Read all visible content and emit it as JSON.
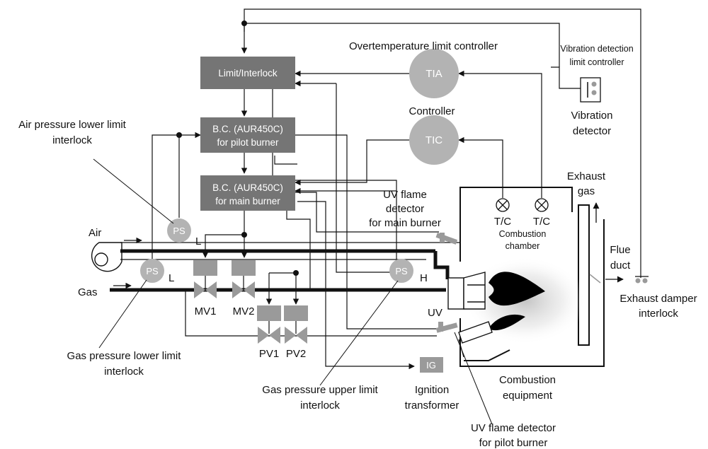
{
  "boxes": {
    "limit_interlock": "Limit/Interlock",
    "bc_pilot_line1": "B.C. (AUR450C)",
    "bc_pilot_line2": "for pilot burner",
    "bc_main_line1": "B.C. (AUR450C)",
    "bc_main_line2": "for main burner"
  },
  "instruments": {
    "tia": "TIA",
    "tic": "TIC",
    "ps": "PS",
    "ig": "IG",
    "tc": "T/C",
    "uv": "UV",
    "ps_air_level": "L",
    "ps_gas_low_level": "L",
    "ps_gas_high_level": "H"
  },
  "valves": {
    "mv1": "MV1",
    "mv2": "MV2",
    "pv1": "PV1",
    "pv2": "PV2"
  },
  "labels": {
    "overtemp_controller": "Overtemperature limit controller",
    "controller": "Controller",
    "vibration_limit_line1": "Vibration detection",
    "vibration_limit_line2": "limit controller",
    "vibration_detector_line1": "Vibration",
    "vibration_detector_line2": "detector",
    "air_pressure_line1": "Air pressure lower limit",
    "air_pressure_line2": "interlock",
    "uv_main_line1": "UV flame",
    "uv_main_line2": "detector",
    "uv_main_line3": "for main burner",
    "exhaust_gas_line1": "Exhaust",
    "exhaust_gas_line2": "gas",
    "combustion_chamber_line1": "Combustion",
    "combustion_chamber_line2": "chamber",
    "air": "Air",
    "gas": "Gas",
    "flue_duct_line1": "Flue",
    "flue_duct_line2": "duct",
    "exhaust_damper_line1": "Exhaust damper",
    "exhaust_damper_line2": "interlock",
    "gas_pressure_lower_line1": "Gas pressure lower limit",
    "gas_pressure_lower_line2": "interlock",
    "gas_pressure_upper_line1": "Gas pressure upper limit",
    "gas_pressure_upper_line2": "interlock",
    "ignition_line1": "Ignition",
    "ignition_line2": "transformer",
    "combustion_equipment_line1": "Combustion",
    "combustion_equipment_line2": "equipment",
    "uv_pilot_line1": "UV flame detector",
    "uv_pilot_line2": "for pilot burner"
  },
  "colors": {
    "box_fill": "#757575",
    "instrument_fill": "#b3b3b3",
    "valve_fill": "#9a9a9a",
    "line": "#111111"
  }
}
